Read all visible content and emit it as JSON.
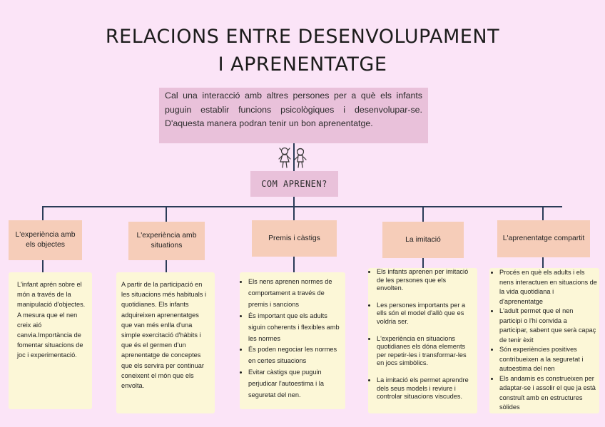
{
  "title": {
    "line1": "RELACIONS ENTRE DESENVOLUPAMENT",
    "line2": "I APRENENTATGE"
  },
  "intro": "Cal una interacció amb altres persones per a què els infants puguin establir funcions psicològiques i desenvolupar-se. D'aquesta manera podran tenir un bon aprenentatge.",
  "question": "COM APRENEN?",
  "icons": {
    "kids": "children-icon"
  },
  "colors": {
    "background": "#fbe4f7",
    "pink_box": "#e9c1da",
    "category_box": "#f6cdb9",
    "card": "#fcf7d7",
    "lines": "#2a3b57"
  },
  "categories": [
    {
      "label": "L'experiència amb els objectes",
      "text": "L'infant aprén sobre el món a través de la manipulació d'objectes. A mesura que el nen creix aió canvia.Importància de fomentar situacions de joc i experimentació."
    },
    {
      "label": "L'experiència amb situations",
      "text": "A partir de la participació en les situacions més habituals i quotidianes. Els infants adquireixen aprenentatges que van més enlla d'una simple exercitació d'hàbits i que és el germen d'un aprenentatge de conceptes que els servira per continuar coneixent el món que els envolta."
    },
    {
      "label": "Premis i càstigs",
      "bullets": [
        "Els nens aprenen normes de comportament a través de premis i sancions",
        "És important que els adults siguin coherents i flexibles amb les normes",
        "És poden negociar les normes en certes situacions",
        "Evitar càstigs que puguin perjudicar l'autoestima i la seguretat del nen."
      ]
    },
    {
      "label": "La imitació",
      "bullets": [
        "Els infants aprenen per imitació de les persones que els envolten.",
        "Les persones importants per a ells són el model d'allò que es voldria ser.",
        "L'experiència en situacions quotidianes els dóna elements per repetir-les i transformar-les en jocs simbòlics.",
        "La imitació els permet aprendre dels seus models i reviure i controlar situacions viscudes."
      ]
    },
    {
      "label": "L'aprenentatge compartit",
      "bullets": [
        "Procés en què els adults i els nens interactuen en situacions de la vida quotidiana i d'aprenentatge",
        "L'adult permet que el nen participi o l'hi convida a participar, sabent que serà capaç de tenir èxit",
        "Són experiències positives contribueixen a la seguretat i autoestima del nen",
        "Els andamis es construeixen per adaptar-se i assolir el que ja està construït amb en estructures sòlides"
      ]
    }
  ]
}
